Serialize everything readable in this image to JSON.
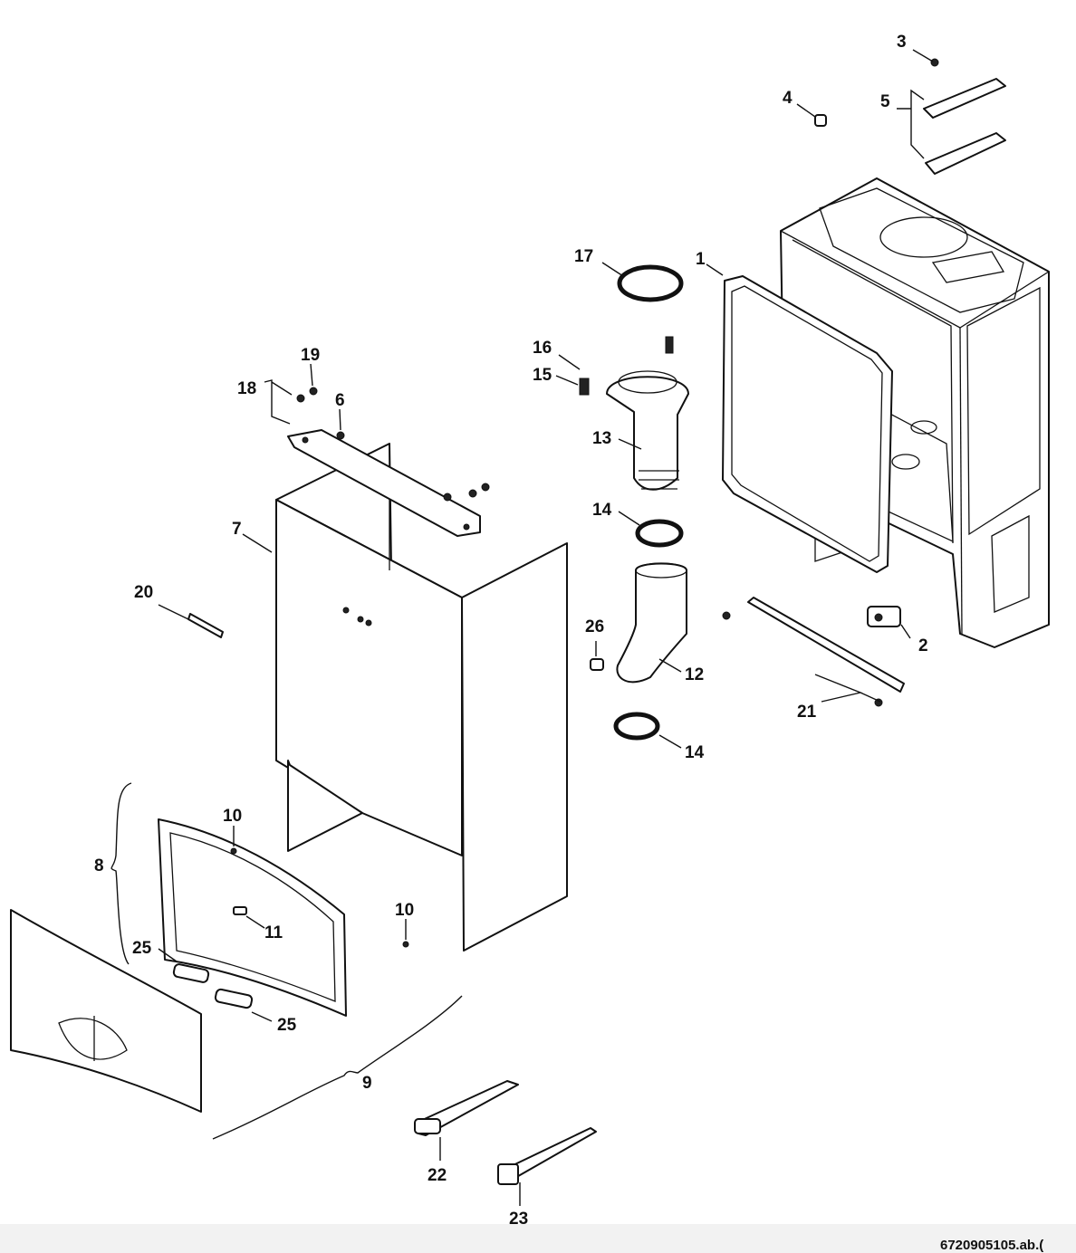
{
  "diagram": {
    "labels": [
      "1",
      "2",
      "3",
      "4",
      "5",
      "6",
      "7",
      "8",
      "9",
      "10",
      "10",
      "11",
      "12",
      "13",
      "14",
      "14",
      "15",
      "16",
      "17",
      "18",
      "19",
      "20",
      "21",
      "22",
      "23",
      "25",
      "25",
      "26"
    ],
    "drawing_reference": "6720905105.ab.("
  }
}
